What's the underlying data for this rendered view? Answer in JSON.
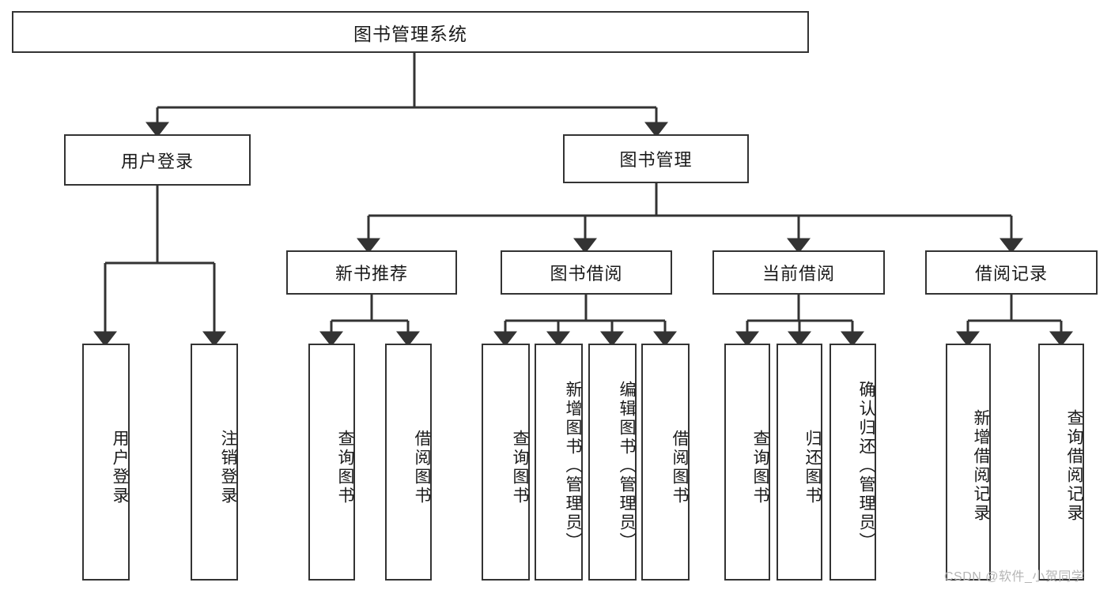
{
  "diagram": {
    "type": "tree",
    "title_node": {
      "label": "图书管理系统"
    },
    "level2": [
      {
        "label": "用户登录"
      },
      {
        "label": "图书管理"
      }
    ],
    "level3": [
      {
        "label": "新书推荐"
      },
      {
        "label": "图书借阅"
      },
      {
        "label": "当前借阅"
      },
      {
        "label": "借阅记录"
      }
    ],
    "leaves": {
      "user_login": [
        {
          "label": "用户登录"
        },
        {
          "label": "注销登录"
        }
      ],
      "new_book_recommend": [
        {
          "label": "查询图书"
        },
        {
          "label": "借阅图书"
        }
      ],
      "book_borrow": [
        {
          "label": "查询图书"
        },
        {
          "label": "新增图书（管理员）"
        },
        {
          "label": "编辑图书（管理员）"
        },
        {
          "label": "借阅图书"
        }
      ],
      "current_borrow": [
        {
          "label": "查询图书"
        },
        {
          "label": "归还图书"
        },
        {
          "label": "确认归还（管理员）"
        }
      ],
      "borrow_records": [
        {
          "label": "新增借阅记录"
        },
        {
          "label": "查询借阅记录"
        }
      ]
    }
  },
  "watermark": {
    "text": "CSDN @软件_小贺同学"
  },
  "colors": {
    "stroke": "#333333",
    "background": "#ffffff",
    "text": "#1a1a1a",
    "watermark": "#b5b5b5"
  }
}
